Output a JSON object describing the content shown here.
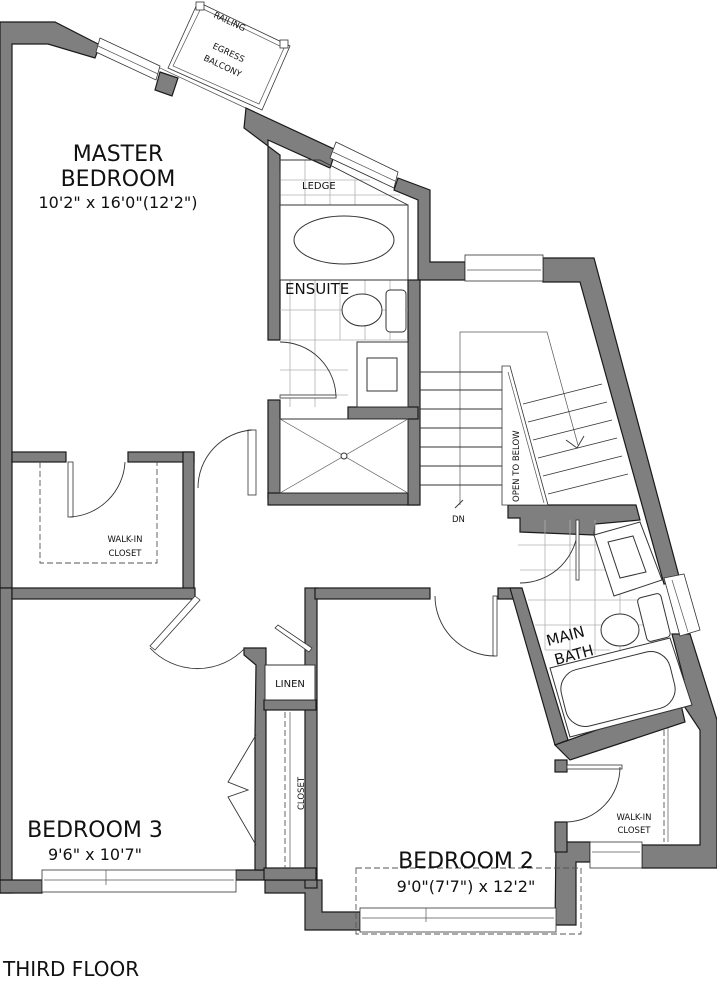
{
  "floor_title": "THIRD FLOOR",
  "colors": {
    "wall": "#7f7f7f",
    "wall_outline": "#1a1a1a",
    "background": "#ffffff",
    "tile_grid": "#b0b0b0"
  },
  "rooms": {
    "master_bedroom": {
      "name_line1": "MASTER",
      "name_line2": "BEDROOM",
      "dimensions": "10'2\" x 16'0\"(12'2\")"
    },
    "ensuite": {
      "name": "ENSUITE"
    },
    "ledge": {
      "name": "LEDGE"
    },
    "egress_balcony": {
      "line1": "EGRESS",
      "line2": "BALCONY",
      "railing": "RAILING"
    },
    "master_walk_in_closet": {
      "line1": "WALK-IN",
      "line2": "CLOSET"
    },
    "linen": {
      "name": "LINEN"
    },
    "bedroom3_closet": {
      "name": "CLOSET"
    },
    "bedroom3": {
      "name": "BEDROOM 3",
      "dimensions": "9'6\" x 10'7\""
    },
    "bedroom2": {
      "name": "BEDROOM 2",
      "dimensions": "9'0\"(7'7\") x 12'2\""
    },
    "bedroom2_walk_in_closet": {
      "line1": "WALK-IN",
      "line2": "CLOSET"
    },
    "main_bath": {
      "line1": "MAIN",
      "line2": "BATH"
    },
    "stairs": {
      "open_to_below": "OPEN TO BELOW",
      "direction": "DN"
    }
  }
}
